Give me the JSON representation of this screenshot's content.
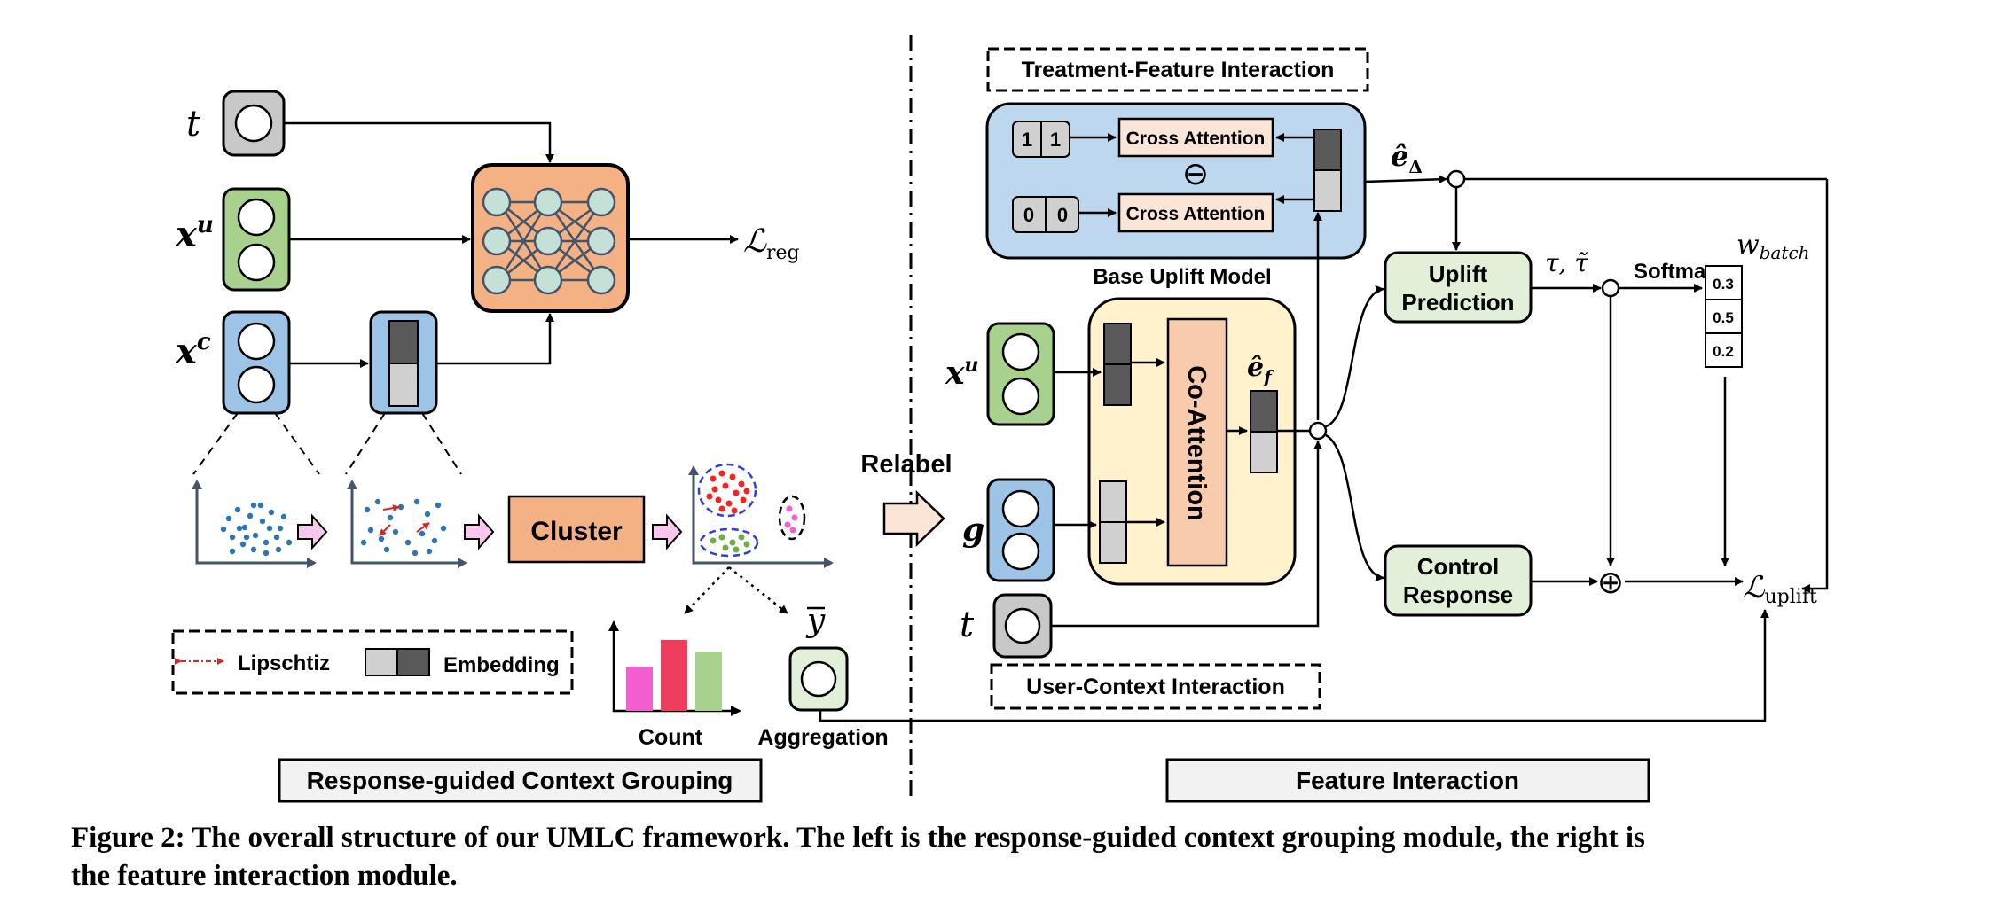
{
  "left": {
    "inputs": {
      "t": "t",
      "xu_base": "x",
      "xu_sup": "u",
      "xc_base": "x",
      "xc_sup": "c"
    },
    "loss_reg": {
      "base": "ℒ",
      "sub": "reg"
    },
    "cluster_label": "Cluster",
    "relabel_label": "Relabel",
    "legend": {
      "lipschitz": "Lipschtiz",
      "embedding": "Embedding"
    },
    "count_label": "Count",
    "aggregation_label": "Aggregation",
    "ybar": "y",
    "module_title": "Response-guided Context Grouping",
    "count_bar_colors": [
      "#f45fcf",
      "#ef3d5e",
      "#a9d18e"
    ]
  },
  "right": {
    "tfi_title": "Treatment-Feature Interaction",
    "cross_attention_1": "Cross Attention",
    "cross_attention_2": "Cross Attention",
    "token_top": [
      "1",
      "1"
    ],
    "token_bottom": [
      "0",
      "0"
    ],
    "minus_symbol": "⊖",
    "e_delta": {
      "base": "ê",
      "sub": "Δ"
    },
    "base_uplift_title": "Base Uplift Model",
    "co_attention": "Co-Attention",
    "e_f": {
      "base": "ê",
      "sub": "f"
    },
    "inputs": {
      "xu_base": "x",
      "xu_sup": "u",
      "g": "g",
      "t": "t"
    },
    "uplift_prediction": [
      "Uplift",
      "Prediction"
    ],
    "control_response": [
      "Control",
      "Response"
    ],
    "tau": "τ, τ̃",
    "softmax": "Softmax",
    "w_batch": {
      "base": "w",
      "sub": "batch"
    },
    "weights": [
      "0.3",
      "0.5",
      "0.2"
    ],
    "loss_uplift": {
      "base": "ℒ",
      "sub": "uplift"
    },
    "plus_symbol": "⊕",
    "uci_title": "User-Context Interaction",
    "module_title": "Feature Interaction"
  },
  "caption": {
    "line1": "Figure 2: The overall structure of our UMLC framework. The left is the response-guided context grouping module, the right is",
    "line2": "the feature interaction module."
  },
  "colors": {
    "orange_box": "#f4b183",
    "green_box": "#a9d18e",
    "blue_box": "#9dc3e6",
    "gray_box": "#c8c8c8",
    "blue_panel": "#bdd7ee",
    "yellow_panel": "#fff2cc",
    "pred_box": "#e2f0d9",
    "cross_attn": "#fbe5d6",
    "co_attn": "#f8cbad",
    "cluster": "#f4b183"
  }
}
